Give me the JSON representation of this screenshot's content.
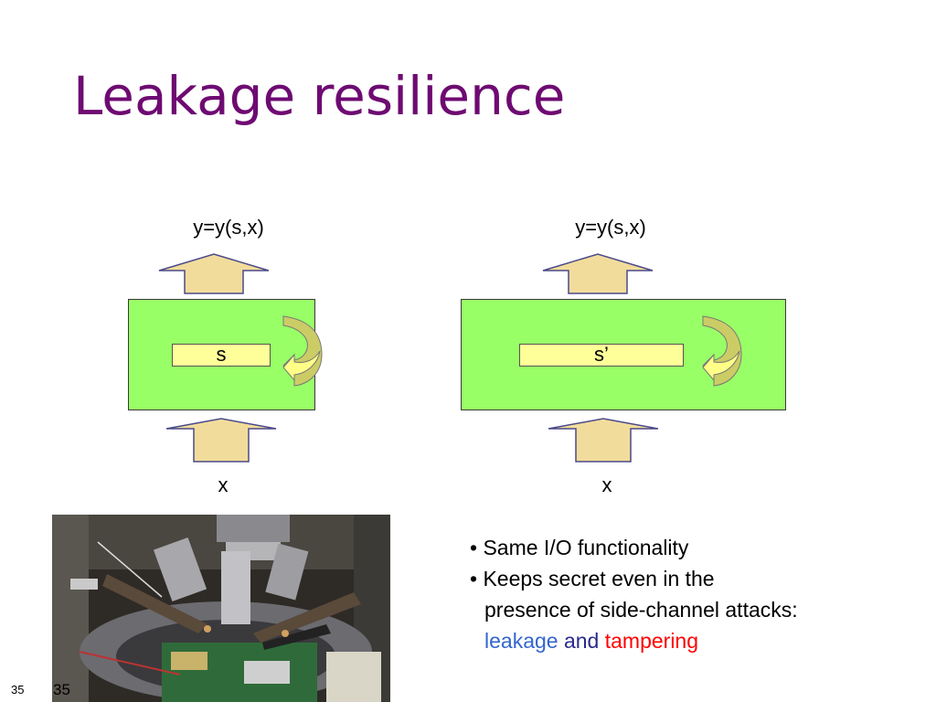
{
  "slide": {
    "title": "Leakage resilience",
    "page_number": "35",
    "page_number_overlay": "35"
  },
  "diagram_left": {
    "output_label": "y=y(s,x)",
    "secret_label": "s",
    "input_label": "x"
  },
  "diagram_right": {
    "output_label": "y=y(s,x)",
    "secret_label": "s’",
    "input_label": "x"
  },
  "bullets": {
    "item1": "• Same I/O functionality",
    "item2_line1": "• Keeps secret even in the",
    "item2_line2": "presence of side-channel attacks:",
    "word_leakage": "leakage",
    "word_and": "and",
    "word_tampering": "tampering"
  },
  "colors": {
    "title": "#6e0a72",
    "box_fill": "#99ff66",
    "secret_fill": "#ffff99",
    "arrow_fill": "#f2dc9b",
    "leakage": "#3366cc",
    "tampering": "#ff0000"
  },
  "photo": {
    "icon": "lab-microscope-photo"
  }
}
